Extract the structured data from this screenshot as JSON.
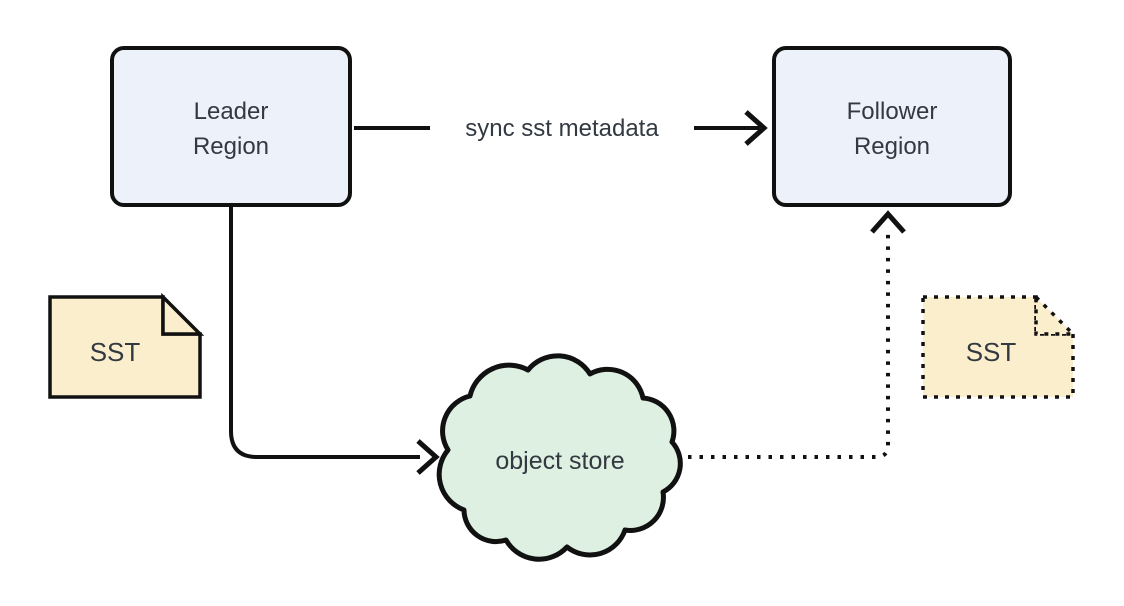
{
  "diagram": {
    "background": "#ffffff",
    "stroke_color": "#111111",
    "text_color": "#333940",
    "nodes": {
      "leader_region": {
        "line1": "Leader",
        "line2": "Region",
        "fill": "#edf1fa"
      },
      "follower_region": {
        "line1": "Follower",
        "line2": "Region",
        "fill": "#edf1fa"
      },
      "object_store": {
        "label": "object store",
        "fill": "#ddf0e2"
      },
      "sst_left": {
        "label": "SST",
        "fill": "#fbeecd",
        "border": "solid"
      },
      "sst_right": {
        "label": "SST",
        "fill": "#fbeecd",
        "border": "dotted"
      }
    },
    "edges": {
      "sync_metadata": {
        "label": "sync sst metadata",
        "from": "Leader Region",
        "to": "Follower Region",
        "style": "solid-arrow"
      },
      "leader_to_object_store": {
        "from": "Leader Region",
        "to": "object store",
        "style": "solid-arrow"
      },
      "object_store_to_follower": {
        "from": "object store",
        "to": "Follower Region",
        "style": "dotted-arrow"
      }
    }
  }
}
